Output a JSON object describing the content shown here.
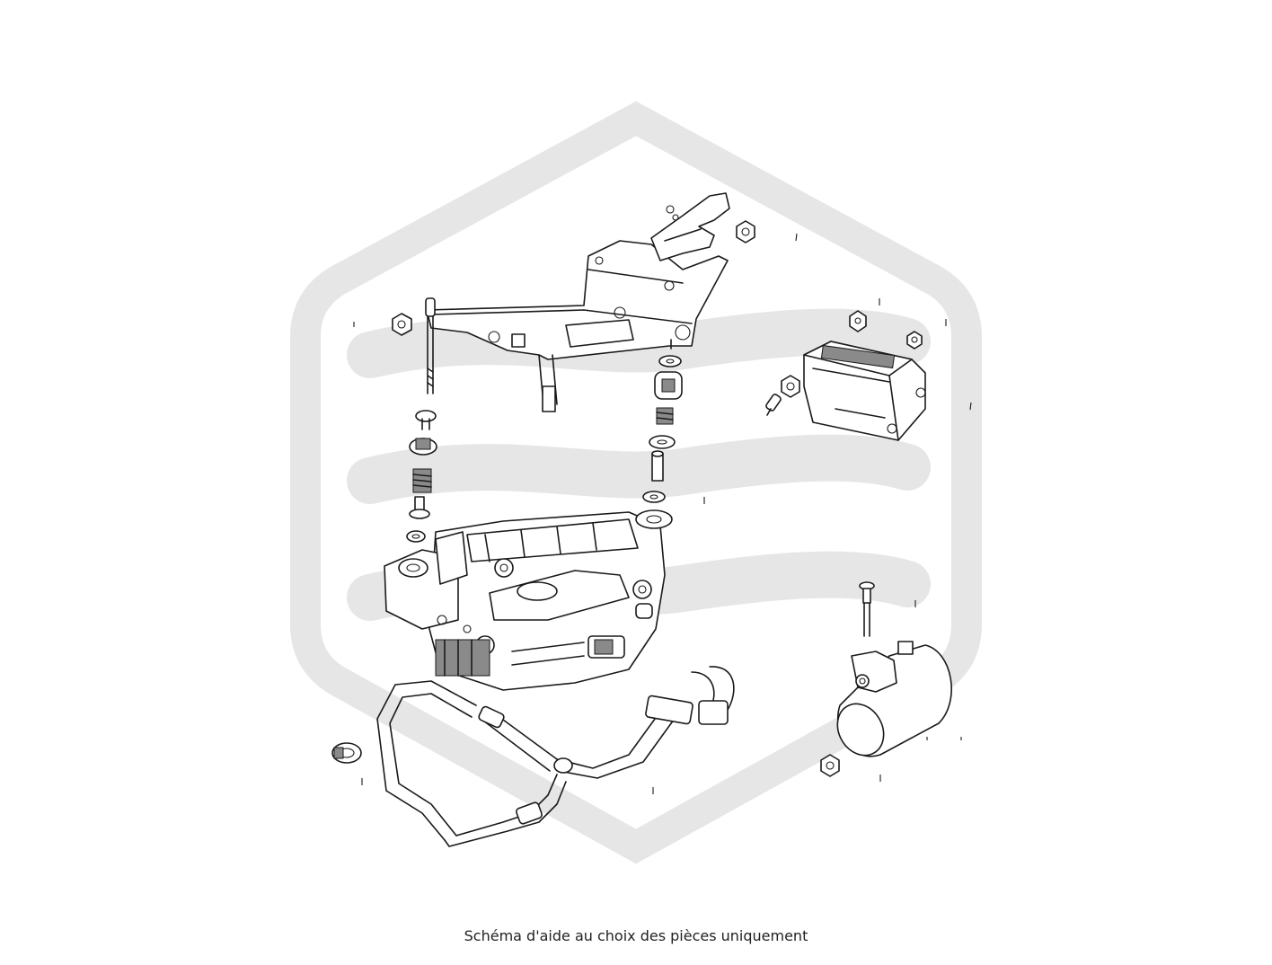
{
  "caption": "Schéma d'aide au choix des pièces uniquement",
  "watermark": {
    "shape": "hexagon-with-waves",
    "color": "#e6e6e6"
  },
  "diagram": {
    "parts": [
      "mounting-bracket",
      "bracket-hook",
      "nut",
      "stud-bolt",
      "rubber-mount",
      "spring",
      "washer",
      "sleeve",
      "control-module",
      "air-compressor",
      "air-line-hose",
      "hose-clamp",
      "bolt",
      "air-dryer-canister"
    ]
  }
}
